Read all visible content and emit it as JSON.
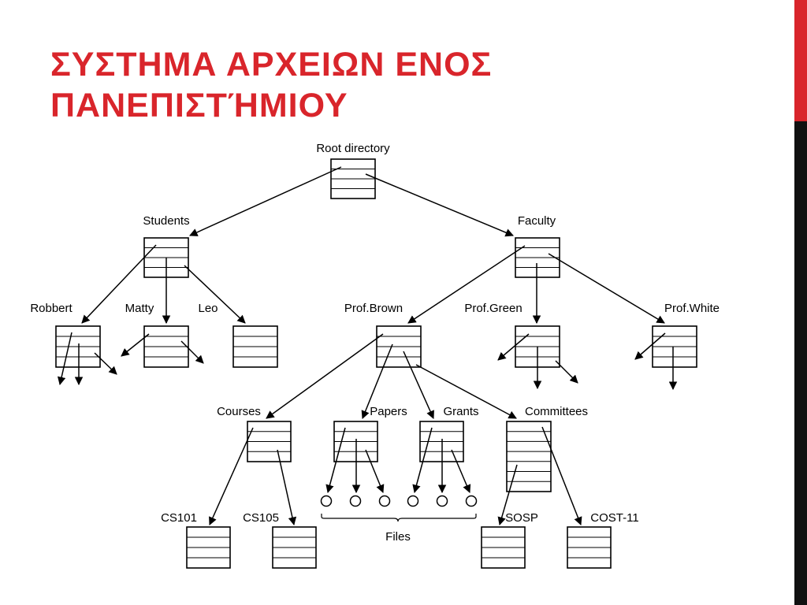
{
  "slide": {
    "title_line_1": "ΣΥΣΤΗΜΑ ΑΡΧΕΙΩΝ ΕΝΟΣ",
    "title_line_2": "ΠΑΝΕΠΙΣΤΉΜΙΟΥ",
    "title_color": "#d9252b",
    "accent_colors": {
      "top_bar": "#d9252b",
      "bottom_bar": "#111111"
    }
  },
  "diagram": {
    "labels": {
      "root": "Root directory",
      "students": "Students",
      "faculty": "Faculty",
      "robbert": "Robbert",
      "matty": "Matty",
      "leo": "Leo",
      "prof_brown": "Prof.Brown",
      "prof_green": "Prof.Green",
      "prof_white": "Prof.White",
      "courses": "Courses",
      "papers": "Papers",
      "grants": "Grants",
      "committees": "Committees",
      "cs101": "CS101",
      "cs105": "CS105",
      "sosp": "SOSP",
      "cost11": "COST-11",
      "files": "Files"
    }
  }
}
